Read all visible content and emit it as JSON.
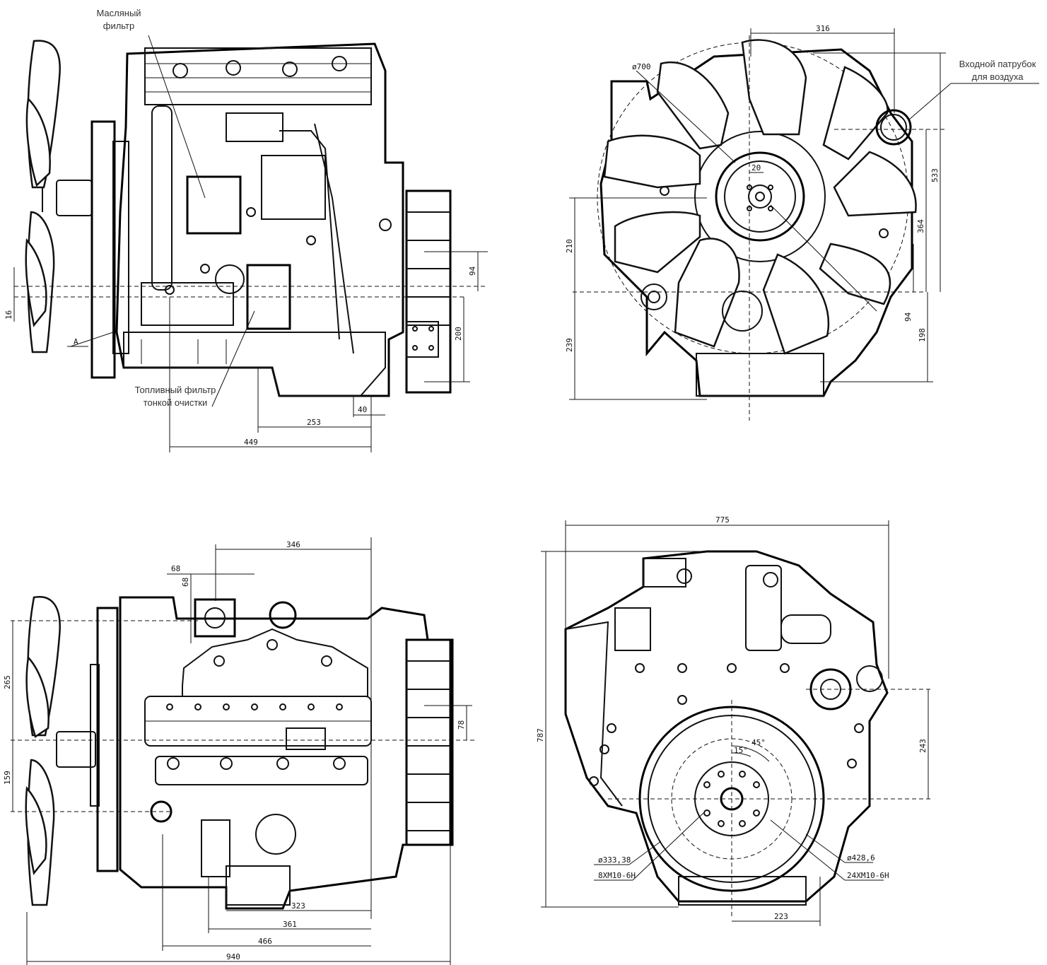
{
  "labels": {
    "oil_filter": [
      "Масляный",
      "фильтр"
    ],
    "fuel_filter": [
      "Топливный фильтр",
      "тонкой очистки"
    ],
    "air_inlet": [
      "Входной патрубок",
      "для воздуха"
    ],
    "mark_a": "A"
  },
  "dimensions": {
    "side_top": {
      "d16": "16",
      "d94": "94",
      "d200": "200",
      "d253": "253",
      "d40": "40",
      "d449": "449"
    },
    "front_top": {
      "d316": "316",
      "d700": "ø700",
      "d20": "20",
      "d533": "533",
      "d364": "364",
      "d210": "210",
      "d239": "239",
      "d94": "94",
      "d198": "198"
    },
    "side_bottom": {
      "d346": "346",
      "d68a": "68",
      "d68b": "68",
      "d265": "265",
      "d159": "159",
      "d78": "78",
      "d323": "323",
      "d361": "361",
      "d466": "466",
      "d940": "940"
    },
    "rear_bottom": {
      "d775": "775",
      "d787": "787",
      "d243": "243",
      "d223": "223",
      "d15": "15°",
      "d45": "45°",
      "d333": "ø333,38",
      "d428": "ø428,6",
      "bolt1": "8XM10-6H",
      "bolt2": "24XM10-6H"
    }
  }
}
